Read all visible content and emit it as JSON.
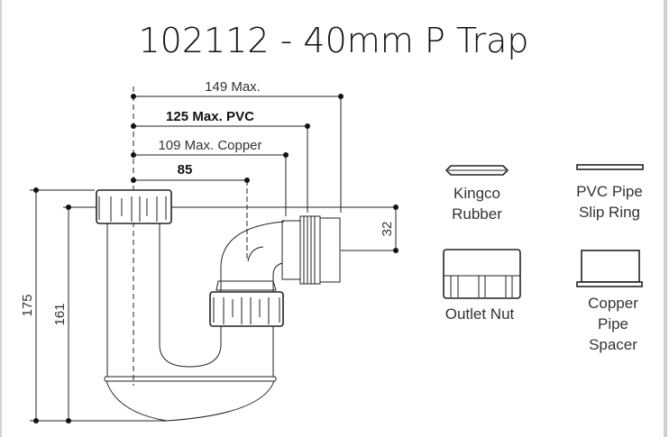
{
  "title": "102112 - 40mm P Trap",
  "dimensions": {
    "max149": "149 Max.",
    "max125_pvc": "125 Max. PVC",
    "max109_copper": "109 Max. Copper",
    "d85": "85",
    "d175": "175",
    "d161": "161",
    "d32": "32"
  },
  "parts": {
    "kingco_rubber": [
      "Kingco",
      "Rubber"
    ],
    "pvc_slip_ring": [
      "PVC Pipe",
      "Slip Ring"
    ],
    "outlet_nut": [
      "Outlet Nut"
    ],
    "copper_spacer": [
      "Copper",
      "Pipe",
      "Spacer"
    ]
  }
}
